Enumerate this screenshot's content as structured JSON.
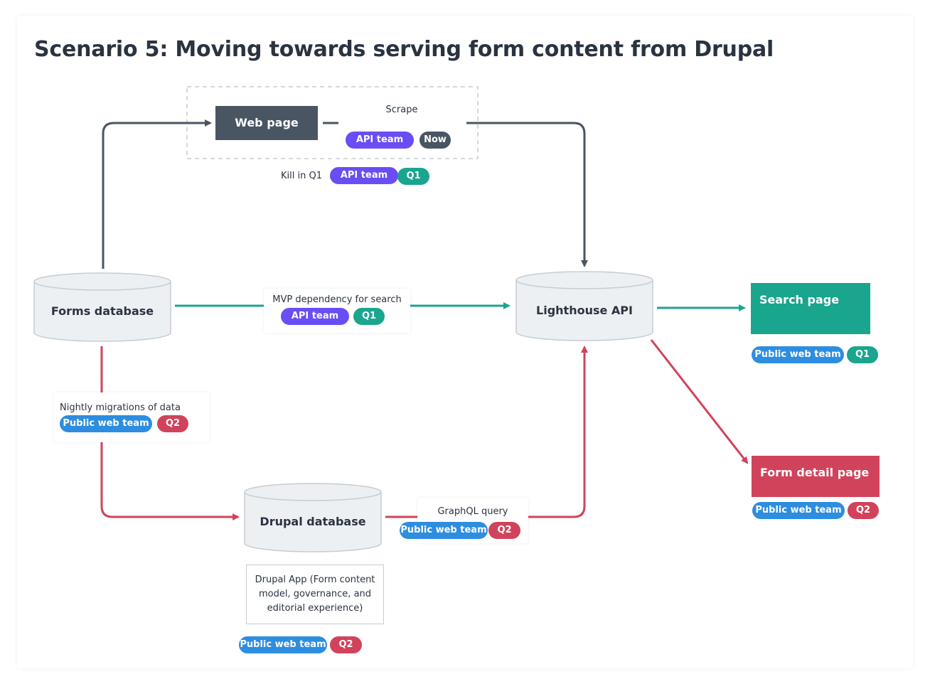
{
  "title": "Scenario 5: Moving towards serving form content from Drupal",
  "colors": {
    "dark": "#4a5563",
    "teal": "#1aa58f",
    "red": "#d1435b",
    "blue": "#2d8de0",
    "purple": "#6a4df5"
  },
  "nodes": {
    "forms_db": "Forms database",
    "lighthouse_api": "Lighthouse API",
    "drupal_db": "Drupal database",
    "web_page": "Web page",
    "search_page": "Search page",
    "form_detail_page": "Form detail page",
    "drupal_app": "Drupal App (Form content model, governance, and editorial experience)"
  },
  "edges": {
    "scrape": {
      "label": "Scrape",
      "team": "API team",
      "when": "Now"
    },
    "kill": {
      "label": "Kill in Q1",
      "team": "API team",
      "when": "Q1"
    },
    "mvp": {
      "label": "MVP dependency for search",
      "team": "API team",
      "when": "Q1"
    },
    "nightly": {
      "label": "Nightly migrations of data",
      "team": "Public web team",
      "when": "Q2"
    },
    "graphql": {
      "label": "GraphQL query",
      "team": "Public web team",
      "when": "Q2"
    }
  },
  "tags": {
    "search_page": {
      "team": "Public web team",
      "when": "Q1"
    },
    "form_detail_page": {
      "team": "Public web team",
      "when": "Q2"
    },
    "drupal_app": {
      "team": "Public web team",
      "when": "Q2"
    }
  }
}
